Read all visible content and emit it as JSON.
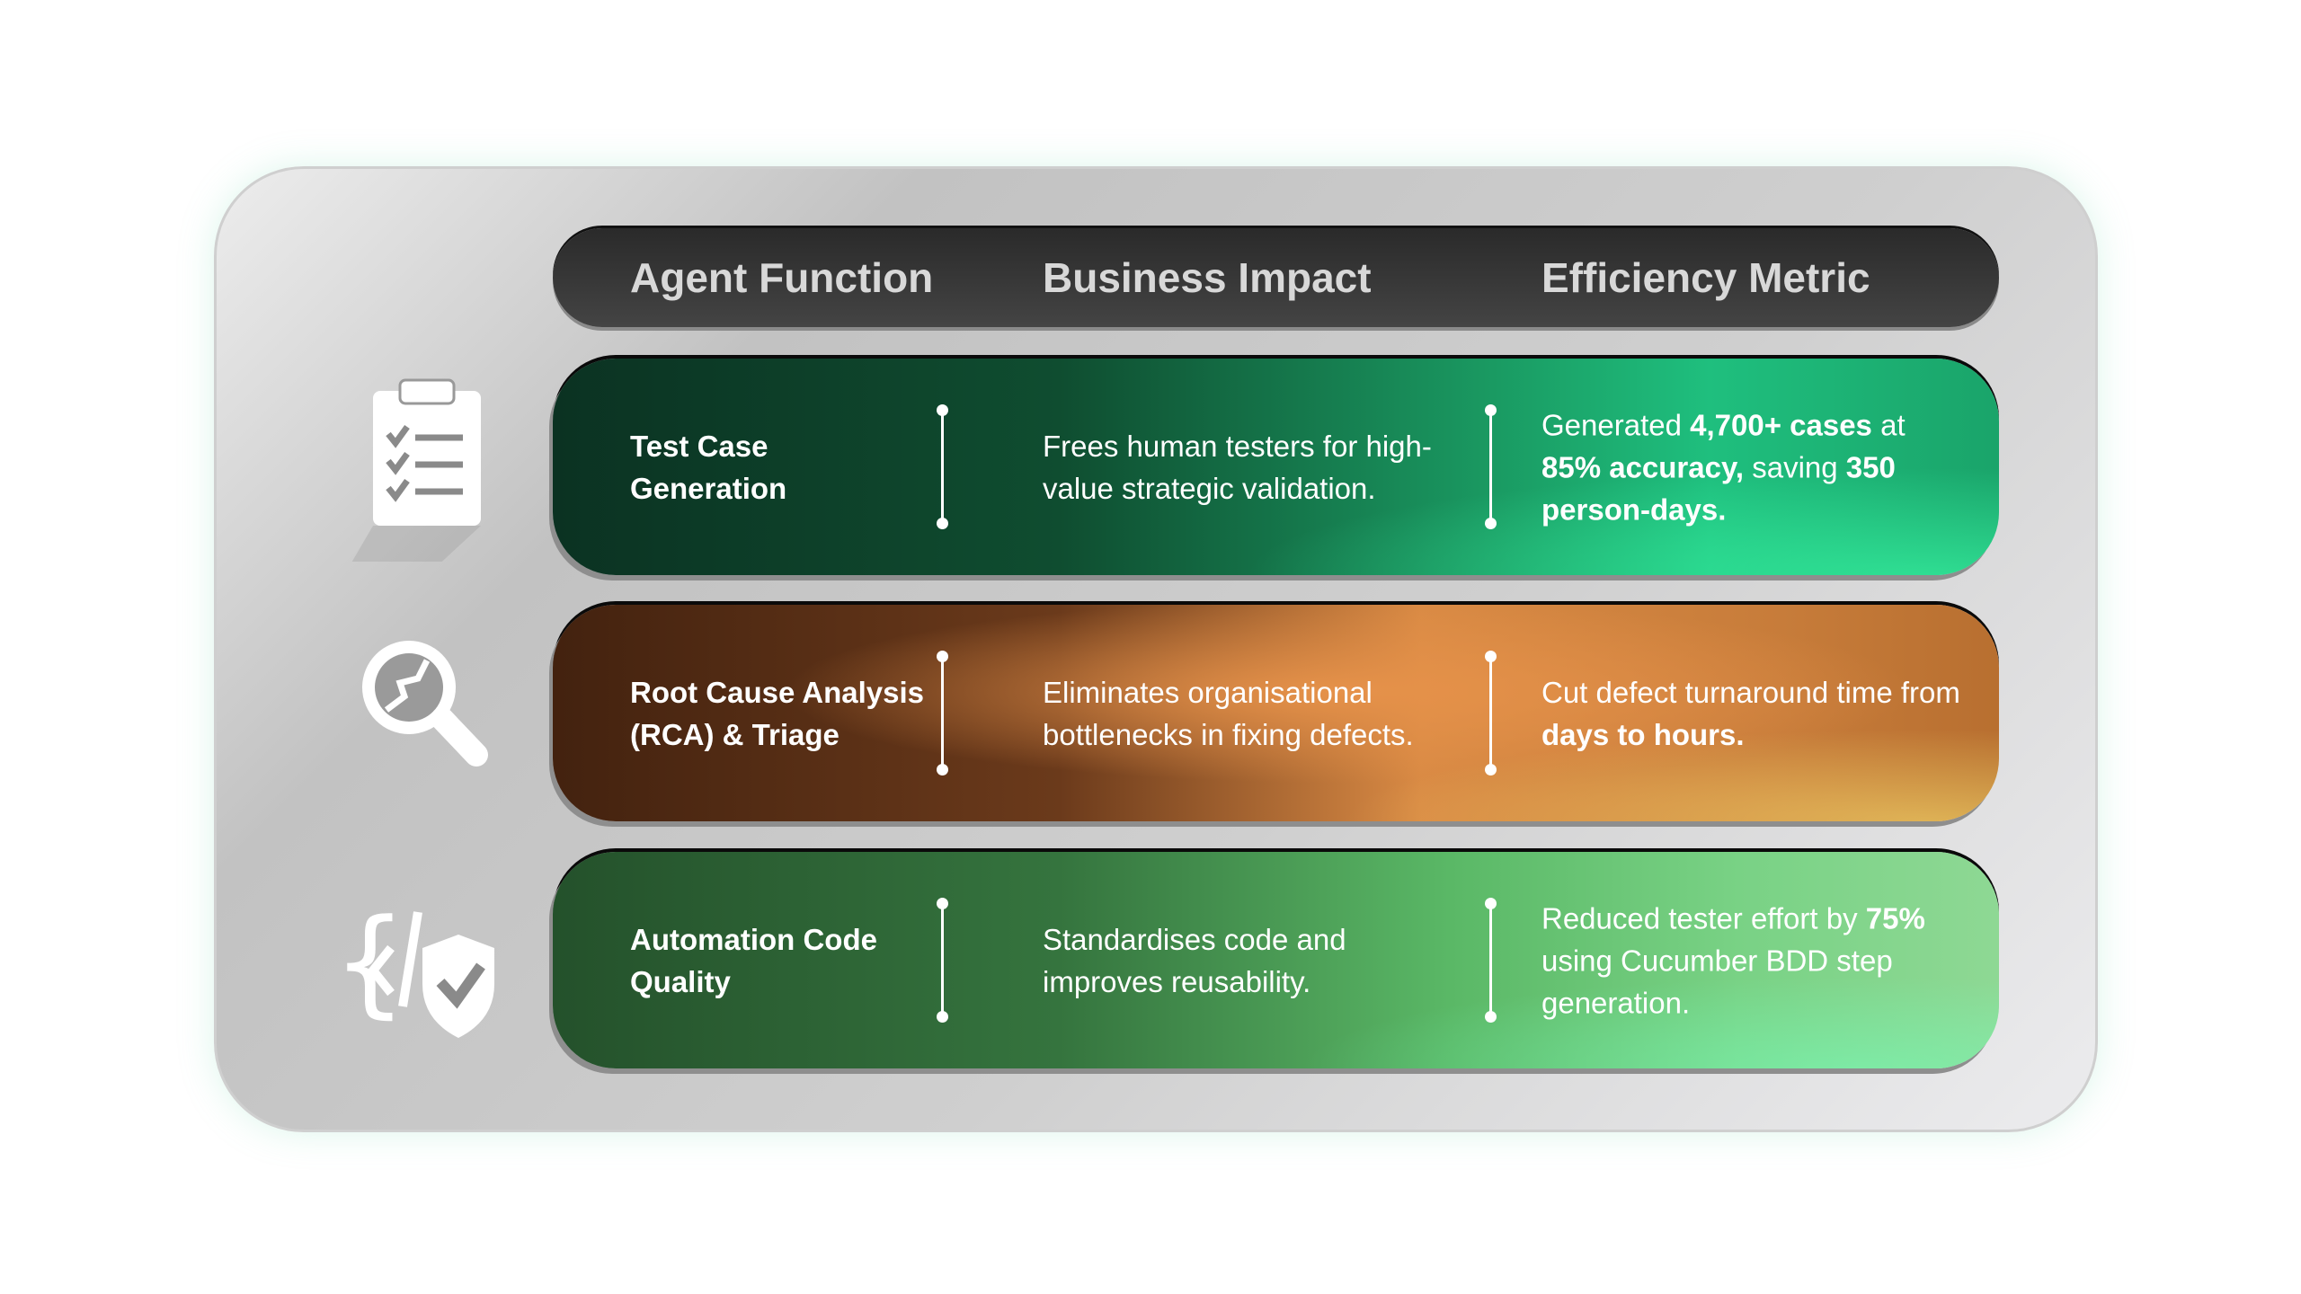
{
  "header": {
    "col1": "Agent Function",
    "col2": "Business Impact",
    "col3": "Efficiency Metric"
  },
  "rows": [
    {
      "icon": "clipboard-checklist-icon",
      "function": "Test Case Generation",
      "impact": "Frees human testers for high-value strategic validation.",
      "metric": {
        "t1": "Generated ",
        "b1": "4,700+ cases",
        "t2": " at ",
        "b2": "85% accuracy,",
        "t3": " saving ",
        "b3": "350 person-days."
      }
    },
    {
      "icon": "magnifier-bug-icon",
      "function": "Root Cause Analysis (RCA) & Triage",
      "impact": "Eliminates organisational bottlenecks in fixing defects.",
      "metric": {
        "t1": "Cut defect turnaround time from ",
        "b1": "days to hours."
      }
    },
    {
      "icon": "code-shield-icon",
      "function": "Automation Code Quality",
      "impact": "Standardises code and improves reusability.",
      "metric": {
        "t1": "Reduced tester effort by ",
        "b1": "75%",
        "t2": " using Cucumber BDD step generation."
      }
    }
  ],
  "colors": {
    "row1": "#1a9a62",
    "row2": "#d98a44",
    "row3": "#5ab866",
    "header": "#333333"
  }
}
